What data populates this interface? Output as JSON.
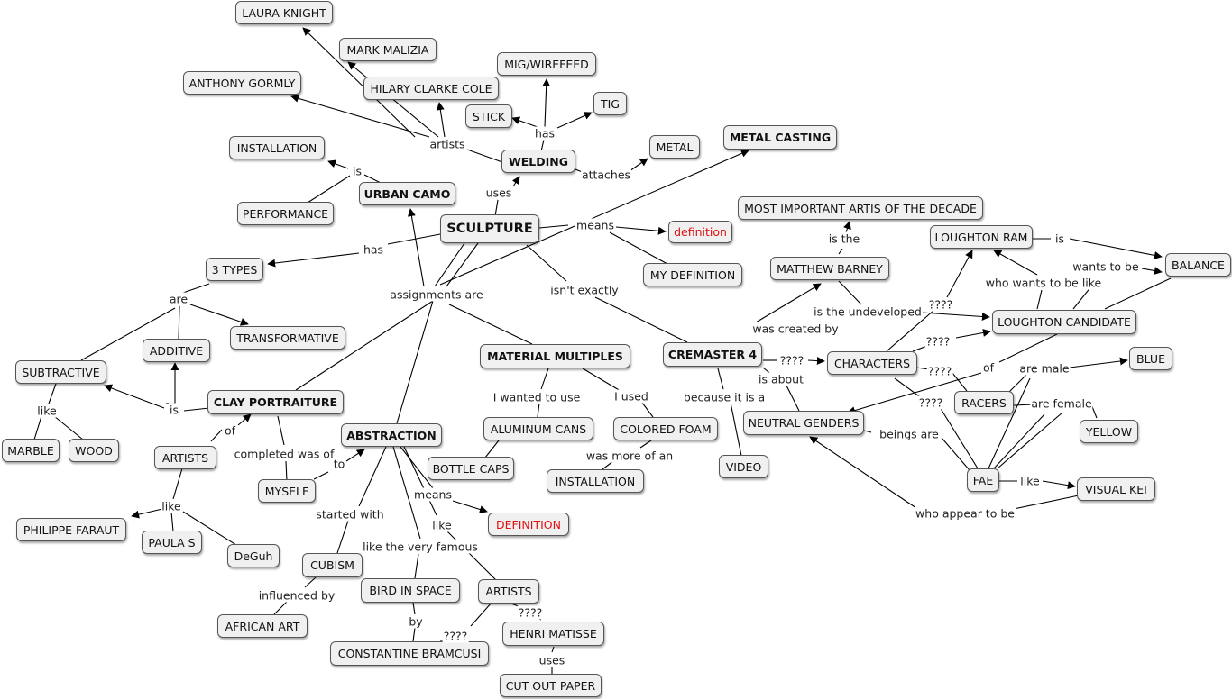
{
  "nodes": {
    "laura_knight": "LAURA KNIGHT",
    "mark_malizia": "MARK MALIZIA",
    "hilary_clarke_cole": "HILARY CLARKE COLE",
    "anthony_gormly": "ANTHONY GORMLY",
    "mig_wirefeed": "MIG/WIREFEED",
    "tig": "TIG",
    "stick": "STICK",
    "metal": "METAL",
    "metal_casting": "METAL CASTING",
    "welding": "WELDING",
    "installation_top": "INSTALLATION",
    "urban_camo": "URBAN CAMO",
    "performance": "PERFORMANCE",
    "sculpture": "SCULPTURE",
    "definition": "definition",
    "my_definition": "MY DEFINITION",
    "most_important": "MOST IMPORTANT ARTIS OF THE DECADE",
    "matthew_barney": "MATTHEW BARNEY",
    "loughton_ram": "LOUGHTON RAM",
    "balance": "BALANCE",
    "loughton_candidate": "LOUGHTON CANDIDATE",
    "three_types": "3 TYPES",
    "transformative": "TRANSFORMATIVE",
    "additive": "ADDITIVE",
    "subtractive": "SUBTRACTIVE",
    "clay_portraiture": "CLAY PORTRAITURE",
    "marble": "MARBLE",
    "wood": "WOOD",
    "artists_left": "ARTISTS",
    "philippe_faraut": "PHILIPPE FARAUT",
    "paula_s": "PAULA S",
    "deguh": "DeGuh",
    "myself": "MYSELF",
    "abstraction": "ABSTRACTION",
    "material_multiples": "MATERIAL MULTIPLES",
    "aluminum_cans": "ALUMINUM CANS",
    "colored_foam": "COLORED FOAM",
    "bottle_caps": "BOTTLE CAPS",
    "installation_mid": "INSTALLATION",
    "cremaster_4": "CREMASTER 4",
    "video": "VIDEO",
    "characters": "CHARACTERS",
    "neutral_genders": "NEUTRAL GENDERS",
    "racers": "RACERS",
    "blue": "BLUE",
    "yellow": "YELLOW",
    "fae": "FAE",
    "visual_kei": "VISUAL KEI",
    "definition_caps": "DEFINITION",
    "cubism": "CUBISM",
    "african_art": "AFRICAN ART",
    "bird_in_space": "BIRD IN SPACE",
    "constantine_bramcusi": "CONSTANTINE BRAMCUSI",
    "artists_bottom": "ARTISTS",
    "henri_matisse": "HENRI MATISSE",
    "cut_out_paper": "CUT OUT PAPER"
  },
  "links": {
    "artists": "artists",
    "has_welding": "has",
    "attaches": "attaches",
    "is_install": "is",
    "uses": "uses",
    "means": "means",
    "has_types": "has",
    "assignments_are": "assignments are",
    "isnt_exactly": "isn't exactly",
    "are": "are",
    "is_clay": "is",
    "like_marble": "like",
    "of": "of",
    "like_artists": "like",
    "completed_was_of": "completed was of",
    "to": "to",
    "i_wanted_to_use": "I wanted to use",
    "i_used": "I used",
    "was_more_of_an": "was more of an",
    "because_it_is_a": "because it is a",
    "is_about": "is about",
    "q_cremaster": "????",
    "was_created_by": "was created by",
    "is_the": "is the",
    "is_the_undeveloped": "is the undeveloped",
    "is_ram": "is",
    "wants_to_be": "wants to be",
    "who_wants_to_be_like": "who wants to be like",
    "q_char_ram": "????",
    "q_char_cand": "????",
    "q_char_racers": "????",
    "q_char_fae": "????",
    "of_cand": "of",
    "are_male": "are male",
    "are_female": "are female",
    "beings_are": "beings are",
    "like_fae": "like",
    "who_appear_to_be": "who appear to be",
    "means_abs": "means",
    "like_abs": "like",
    "started_with": "started with",
    "like_the_very_famous": "like the very famous",
    "influenced_by": "influenced by",
    "by": "by",
    "q_artists_bottom": "????",
    "q_matisse": "????",
    "uses_matisse": "uses"
  }
}
